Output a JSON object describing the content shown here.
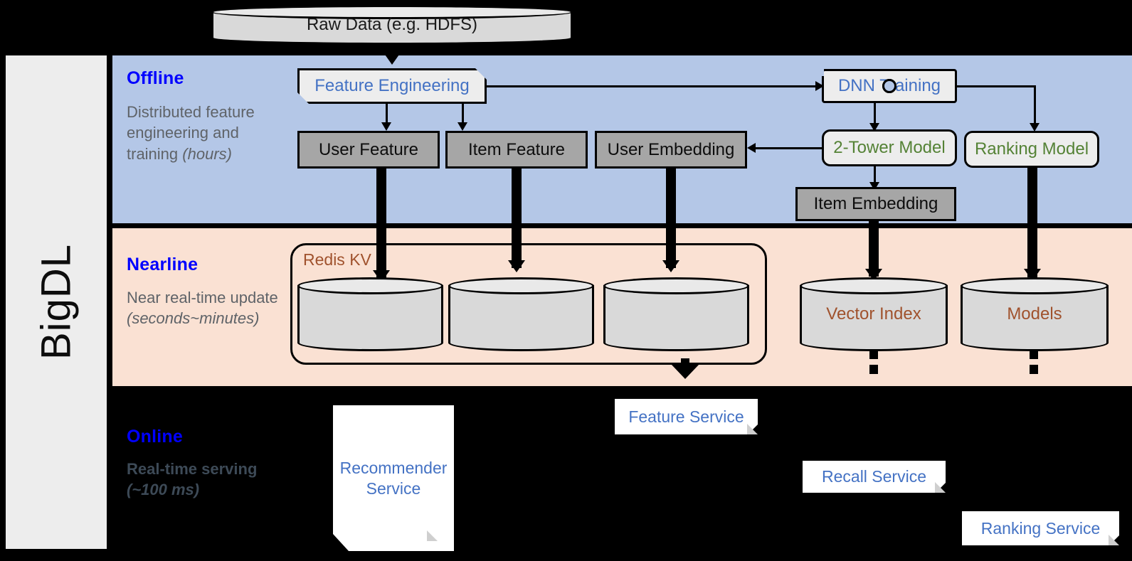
{
  "rail": {
    "label": "BigDL"
  },
  "stages": [
    {
      "id": "offline",
      "title": "Offline",
      "description": "Distributed feature engineering and training ",
      "description_italic": "(hours)"
    },
    {
      "id": "nearline",
      "title": "Nearline",
      "description": "Near real-time update ",
      "description_italic": "(seconds~minutes)"
    },
    {
      "id": "online",
      "title": "Online",
      "description": "Real-time serving ",
      "description_italic": "(~100 ms)"
    }
  ],
  "nodes": {
    "raw_data": "Raw Data (e.g. HDFS)",
    "feature_engineering": "Feature Engineering",
    "dnn_training": "DNN Training",
    "user_feature": "User Feature",
    "item_feature": "Item Feature",
    "user_embedding": "User Embedding",
    "two_tower_model": "2-Tower Model",
    "ranking_model": "Ranking Model",
    "item_embedding": "Item Embedding",
    "redis_kv": "Redis KV",
    "vector_index": "Vector Index",
    "models": "Models",
    "recommender_service": "Recommender Service",
    "feature_service": "Feature Service",
    "recall_service": "Recall Service",
    "ranking_service": "Ranking Service"
  },
  "colors": {
    "offline_band": "#b4c7e7",
    "nearline_band": "#fae1d3",
    "online_band": "#000000",
    "rail": "#ededed",
    "stage_title": "#0000ff",
    "process_text": "#4472c4",
    "model_text": "#548235",
    "storage_text": "#a0522d",
    "data_box": "#a6a6a6"
  }
}
